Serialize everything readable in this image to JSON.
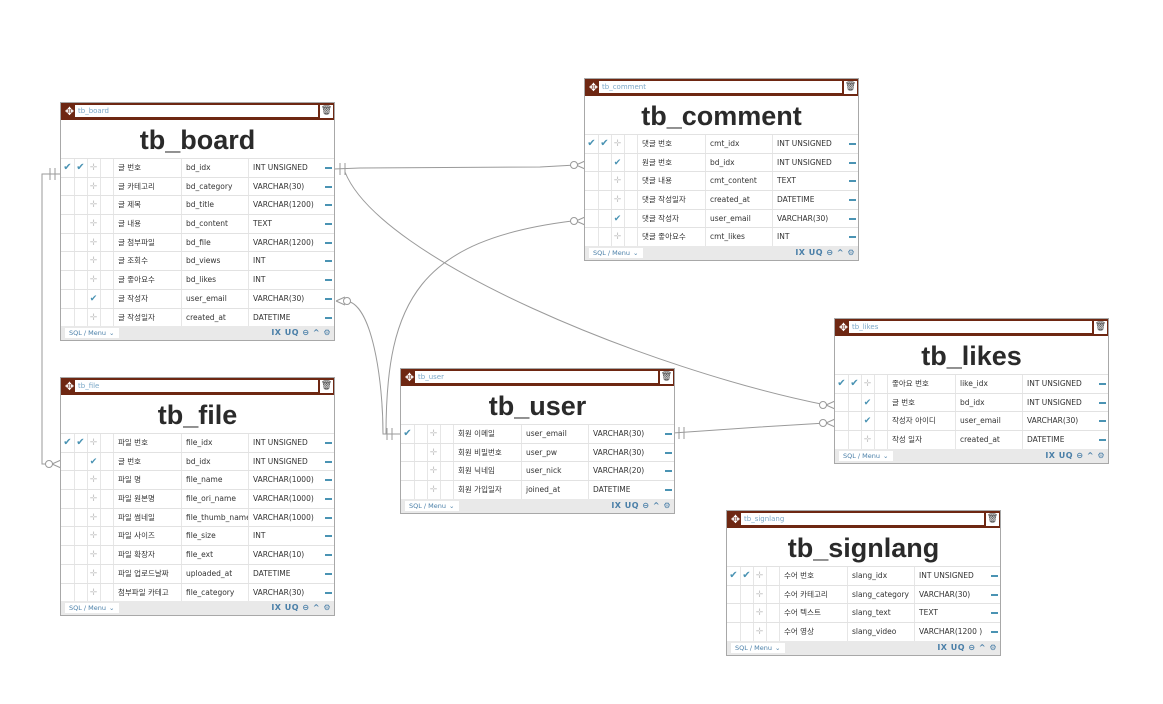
{
  "colors": {
    "header": "#6e2712",
    "accent": "#4a93b3",
    "wire": "#9a9a9a"
  },
  "icons": {
    "move": "move-icon",
    "trash": "trash-icon",
    "check": "check-icon",
    "drag": "drag-handle-icon",
    "remove": "minus-icon",
    "settings": "gear-icon"
  },
  "footer": {
    "menu_label": "SQL / Menu",
    "menu_caret": "⌄",
    "tools_label": "IX UQ ⊖ ^ ⚙"
  },
  "tables": {
    "tb_board": {
      "name": "tb_board",
      "title": "tb_board",
      "rows": [
        {
          "label": "글 번호",
          "column": "bd_idx",
          "type": "INT UNSIGNED",
          "pk": true,
          "nn": true,
          "fk": false
        },
        {
          "label": "글 카테고리",
          "column": "bd_category",
          "type": "VARCHAR(30)",
          "pk": false,
          "nn": false,
          "fk": false
        },
        {
          "label": "글 제목",
          "column": "bd_title",
          "type": "VARCHAR(1200)",
          "pk": false,
          "nn": false,
          "fk": false
        },
        {
          "label": "글 내용",
          "column": "bd_content",
          "type": "TEXT",
          "pk": false,
          "nn": false,
          "fk": false
        },
        {
          "label": "글 첨부파일",
          "column": "bd_file",
          "type": "VARCHAR(1200)",
          "pk": false,
          "nn": false,
          "fk": false
        },
        {
          "label": "글 조회수",
          "column": "bd_views",
          "type": "INT",
          "pk": false,
          "nn": false,
          "fk": false
        },
        {
          "label": "글 좋아요수",
          "column": "bd_likes",
          "type": "INT",
          "pk": false,
          "nn": false,
          "fk": false
        },
        {
          "label": "글 작성자",
          "column": "user_email",
          "type": "VARCHAR(30)",
          "pk": false,
          "nn": false,
          "fk": true
        },
        {
          "label": "글 작성일자",
          "column": "created_at",
          "type": "DATETIME",
          "pk": false,
          "nn": false,
          "fk": false
        }
      ]
    },
    "tb_comment": {
      "name": "tb_comment",
      "title": "tb_comment",
      "rows": [
        {
          "label": "댓글 번호",
          "column": "cmt_idx",
          "type": "INT UNSIGNED",
          "pk": true,
          "nn": true,
          "fk": false
        },
        {
          "label": "원글 번호",
          "column": "bd_idx",
          "type": "INT UNSIGNED",
          "pk": false,
          "nn": false,
          "fk": true
        },
        {
          "label": "댓글 내용",
          "column": "cmt_content",
          "type": "TEXT",
          "pk": false,
          "nn": false,
          "fk": false
        },
        {
          "label": "댓글 작성일자",
          "column": "created_at",
          "type": "DATETIME",
          "pk": false,
          "nn": false,
          "fk": false
        },
        {
          "label": "댓글 작성자",
          "column": "user_email",
          "type": "VARCHAR(30)",
          "pk": false,
          "nn": false,
          "fk": true
        },
        {
          "label": "댓글 좋아요수",
          "column": "cmt_likes",
          "type": "INT",
          "pk": false,
          "nn": false,
          "fk": false
        }
      ]
    },
    "tb_file": {
      "name": "tb_file",
      "title": "tb_file",
      "rows": [
        {
          "label": "파일 번호",
          "column": "file_idx",
          "type": "INT UNSIGNED",
          "pk": true,
          "nn": true,
          "fk": false
        },
        {
          "label": "글 번호",
          "column": "bd_idx",
          "type": "INT UNSIGNED",
          "pk": false,
          "nn": false,
          "fk": true
        },
        {
          "label": "파일 명",
          "column": "file_name",
          "type": "VARCHAR(1000)",
          "pk": false,
          "nn": false,
          "fk": false
        },
        {
          "label": "파일 원본명",
          "column": "file_ori_name",
          "type": "VARCHAR(1000)",
          "pk": false,
          "nn": false,
          "fk": false
        },
        {
          "label": "파일 썸네일",
          "column": "file_thumb_name",
          "type": "VARCHAR(1000)",
          "pk": false,
          "nn": false,
          "fk": false
        },
        {
          "label": "파일 사이즈",
          "column": "file_size",
          "type": "INT",
          "pk": false,
          "nn": false,
          "fk": false
        },
        {
          "label": "파일 확장자",
          "column": "file_ext",
          "type": "VARCHAR(10)",
          "pk": false,
          "nn": false,
          "fk": false
        },
        {
          "label": "파일 업로드날짜",
          "column": "uploaded_at",
          "type": "DATETIME",
          "pk": false,
          "nn": false,
          "fk": false
        },
        {
          "label": "첨부파일 카테고",
          "column": "file_category",
          "type": "VARCHAR(30)",
          "pk": false,
          "nn": false,
          "fk": false
        }
      ]
    },
    "tb_user": {
      "name": "tb_user",
      "title": "tb_user",
      "rows": [
        {
          "label": "회원 이메일",
          "column": "user_email",
          "type": "VARCHAR(30)",
          "pk": true,
          "nn": false,
          "fk": false
        },
        {
          "label": "회원 비밀번호",
          "column": "user_pw",
          "type": "VARCHAR(30)",
          "pk": false,
          "nn": false,
          "fk": false
        },
        {
          "label": "회원 닉네임",
          "column": "user_nick",
          "type": "VARCHAR(20)",
          "pk": false,
          "nn": false,
          "fk": false
        },
        {
          "label": "회원 가입일자",
          "column": "joined_at",
          "type": "DATETIME",
          "pk": false,
          "nn": false,
          "fk": false
        }
      ]
    },
    "tb_likes": {
      "name": "tb_likes",
      "title": "tb_likes",
      "rows": [
        {
          "label": "좋아요 번호",
          "column": "like_idx",
          "type": "INT UNSIGNED",
          "pk": true,
          "nn": true,
          "fk": false
        },
        {
          "label": "글 번호",
          "column": "bd_idx",
          "type": "INT UNSIGNED",
          "pk": false,
          "nn": false,
          "fk": true
        },
        {
          "label": "작성자 아이디",
          "column": "user_email",
          "type": "VARCHAR(30)",
          "pk": false,
          "nn": false,
          "fk": true
        },
        {
          "label": "작성 일자",
          "column": "created_at",
          "type": "DATETIME",
          "pk": false,
          "nn": false,
          "fk": false
        }
      ]
    },
    "tb_signlang": {
      "name": "tb_signlang",
      "title": "tb_signlang",
      "rows": [
        {
          "label": "수어 번호",
          "column": "slang_idx",
          "type": "INT UNSIGNED",
          "pk": true,
          "nn": true,
          "fk": false
        },
        {
          "label": "수어 카테고리",
          "column": "slang_category",
          "type": "VARCHAR(30)",
          "pk": false,
          "nn": false,
          "fk": false
        },
        {
          "label": "수어 텍스트",
          "column": "slang_text",
          "type": "TEXT",
          "pk": false,
          "nn": false,
          "fk": false
        },
        {
          "label": "수어 영상",
          "column": "slang_video",
          "type": "VARCHAR(1200 )",
          "pk": false,
          "nn": false,
          "fk": false
        }
      ]
    }
  }
}
